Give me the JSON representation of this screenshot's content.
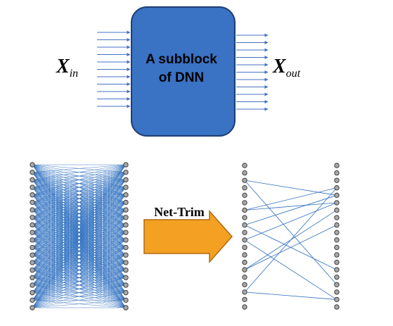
{
  "block": {
    "line1": "A subblock",
    "line2": "of DNN",
    "fill": "#3a72c4",
    "stroke": "#1f3e74"
  },
  "input_label": {
    "main": "X",
    "sub": "in"
  },
  "output_label": {
    "main": "X",
    "sub": "out"
  },
  "trim_label": "Net-Trim",
  "colors": {
    "arrow": "#4472c4",
    "edge": "#2e6fbf",
    "node_fill": "#a8a8a8",
    "node_stroke": "#404040",
    "trim_fill": "#f4a023",
    "trim_stroke": "#b06a10"
  },
  "dense_network": {
    "left_nodes": 20,
    "right_nodes": 20,
    "edges": "all-to-all"
  },
  "pruned_network": {
    "left_nodes": 20,
    "right_nodes": 20,
    "edges": [
      [
        2,
        4
      ],
      [
        2,
        16
      ],
      [
        6,
        3
      ],
      [
        6,
        5
      ],
      [
        8,
        4
      ],
      [
        8,
        14
      ],
      [
        10,
        5
      ],
      [
        10,
        18
      ],
      [
        14,
        8
      ],
      [
        14,
        6
      ],
      [
        17,
        3
      ],
      [
        17,
        18
      ]
    ]
  }
}
